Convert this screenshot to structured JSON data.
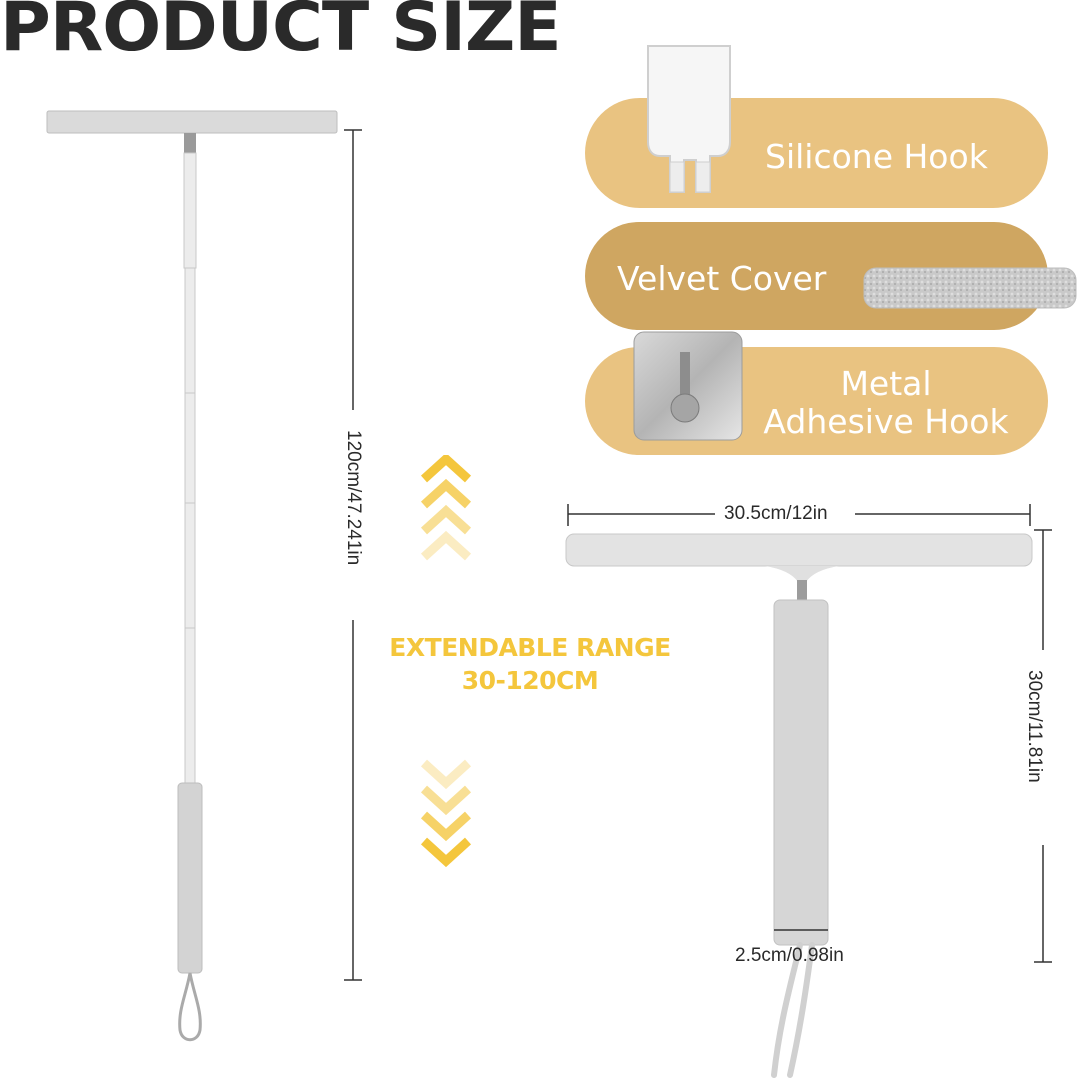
{
  "title": "PRODUCT SIZE",
  "accessories": [
    {
      "label": "Silicone Hook"
    },
    {
      "label": "Velvet Cover"
    },
    {
      "label": "Metal Adhesive Hook"
    }
  ],
  "dimensions": {
    "length": "120cm/47.241in",
    "width": "30.5cm/12in",
    "height": "30cm/11.81in",
    "diameter": "2.5cm/0.98in"
  },
  "range": {
    "line1": "EXTENDABLE RANGE",
    "line2": "30-120CM"
  },
  "colors": {
    "pill_light": "#e9c381",
    "pill_dark": "#cfa661",
    "accent_yellow": "#f4c63c",
    "title": "#2a2a2a"
  }
}
